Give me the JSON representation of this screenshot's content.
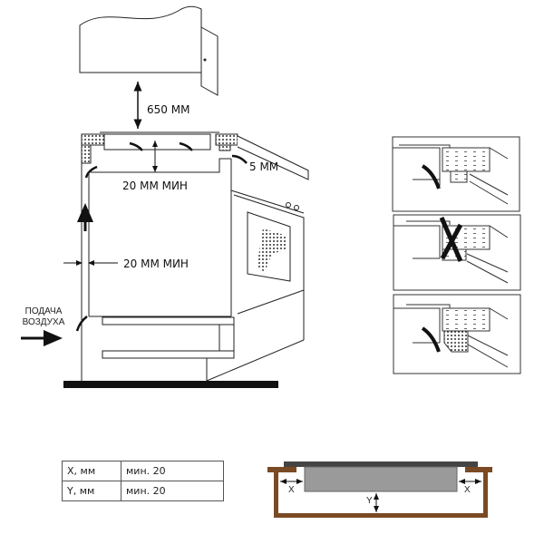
{
  "main_diagram": {
    "top_clearance": "650 MM",
    "hob_gap": "20 MM МИН",
    "side_gap_small": "5 MM",
    "wall_gap": "20 MM МИН",
    "air_intake_line1": "ПОДАЧА",
    "air_intake_line2": "ВОЗДУХА"
  },
  "spec_table": {
    "rows": [
      {
        "param": "X, мм",
        "value": "мин. 20"
      },
      {
        "param": "Y, мм",
        "value": "мин. 20"
      }
    ]
  },
  "section_diagram": {
    "x_label": "X",
    "y_label": "Y",
    "colors": {
      "cabinet": "#7a4a24",
      "hob": "#9a9a9a",
      "glass": "#444444"
    }
  }
}
